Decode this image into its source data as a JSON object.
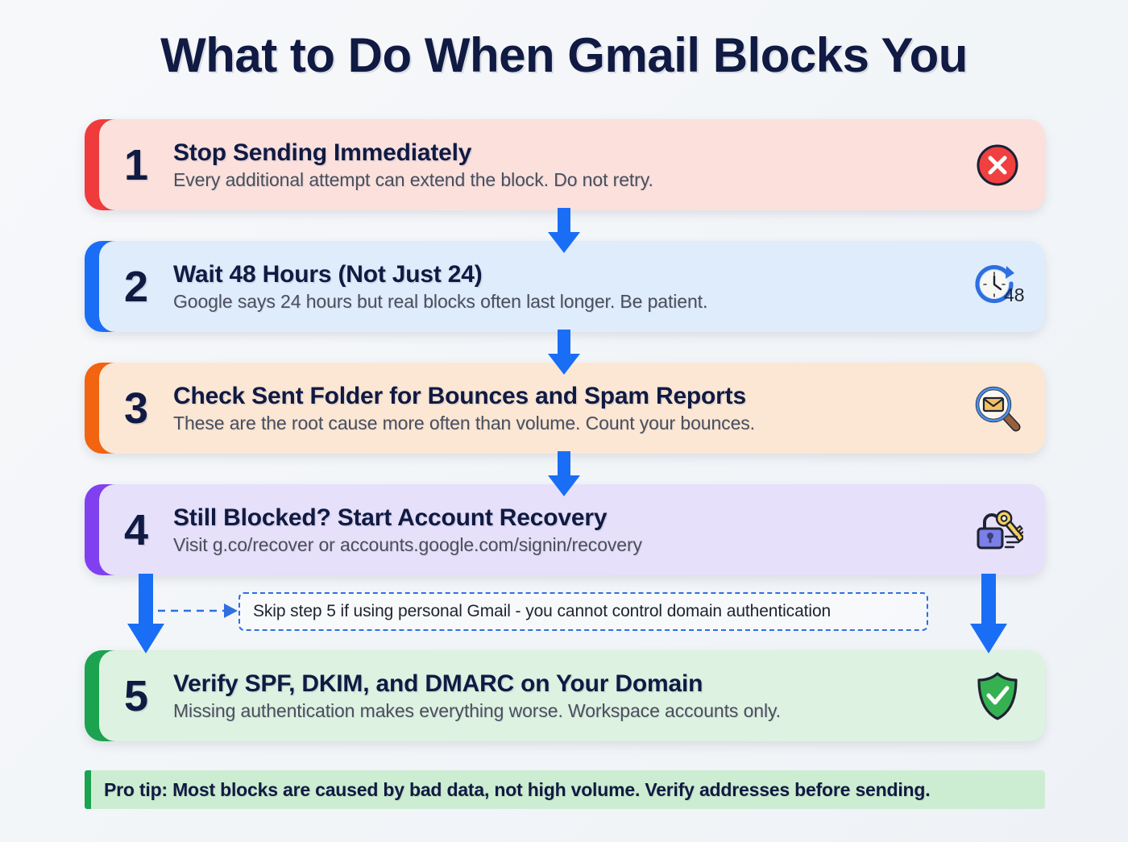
{
  "title": "What to Do When Gmail Blocks You",
  "colors": {
    "page_bg": "#f4f6f8",
    "title": "#101a42",
    "arrow": "#1a6ef5",
    "callout_border": "#2f6fe0",
    "protip_bg": "#cdedd2",
    "protip_bar": "#1ba350"
  },
  "steps": [
    {
      "number": "1",
      "title": "Stop Sending Immediately",
      "desc": "Every additional attempt can extend the block. Do not retry.",
      "icon": "x-circle-icon",
      "accent": "#ef3b3b",
      "bg": "#fbe0dc"
    },
    {
      "number": "2",
      "title": "Wait 48 Hours (Not Just 24)",
      "desc": "Google says 24 hours but real blocks often last longer. Be patient.",
      "icon": "clock-48-icon",
      "icon_label": "48",
      "accent": "#1a6ef5",
      "bg": "#dfecfb"
    },
    {
      "number": "3",
      "title": "Check Sent Folder for Bounces and Spam Reports",
      "desc": "These are the root cause more often than volume. Count your bounces.",
      "icon": "magnifier-envelope-icon",
      "accent": "#f2640f",
      "bg": "#fce7d4"
    },
    {
      "number": "4",
      "title": "Still Blocked? Start Account Recovery",
      "desc": "Visit g.co/recover or accounts.google.com/signin/recovery",
      "icon": "unlocked-padlock-key-icon",
      "accent": "#8040f0",
      "bg": "#e7e0fa"
    },
    {
      "number": "5",
      "title": "Verify SPF, DKIM, and DMARC on Your Domain",
      "desc": "Missing authentication makes everything worse. Workspace accounts only.",
      "icon": "green-shield-check-icon",
      "accent": "#1ba350",
      "bg": "#ddf2e1"
    }
  ],
  "callout": {
    "text": "Skip step 5 if using personal Gmail - you cannot control domain authentication"
  },
  "protip": {
    "text": "Pro tip: Most blocks are caused by bad data, not high volume. Verify addresses before sending."
  }
}
